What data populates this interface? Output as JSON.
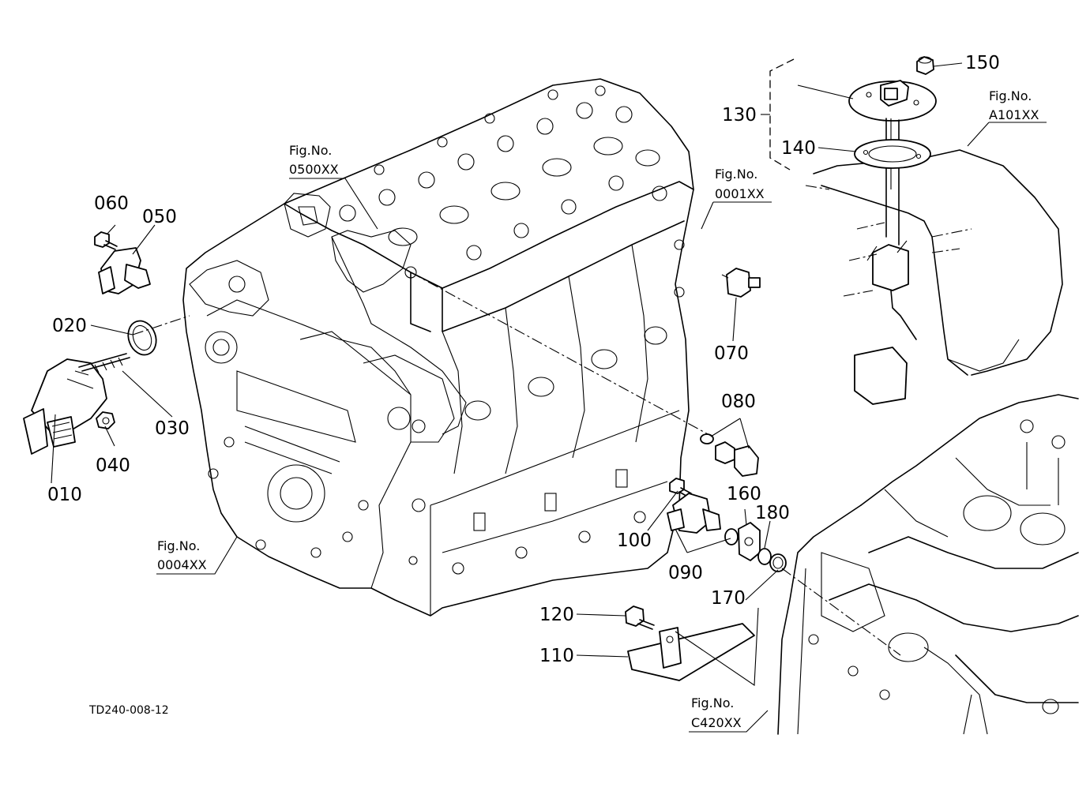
{
  "diagram": {
    "drawing_code": "TD240-008-12",
    "parts": {
      "p010": "010",
      "p020": "020",
      "p030": "030",
      "p040": "040",
      "p050": "050",
      "p060": "060",
      "p070": "070",
      "p080": "080",
      "p090": "090",
      "p100": "100",
      "p110": "110",
      "p120": "120",
      "p130": "130",
      "p140": "140",
      "p150": "150",
      "p160": "160",
      "p170": "170",
      "p180": "180"
    },
    "figure_refs": {
      "prefix": "Fig.No.",
      "f0500": "0500XX",
      "f0001": "0001XX",
      "f0004": "0004XX",
      "fA101": "A101XX",
      "fC420": "C420XX"
    }
  }
}
